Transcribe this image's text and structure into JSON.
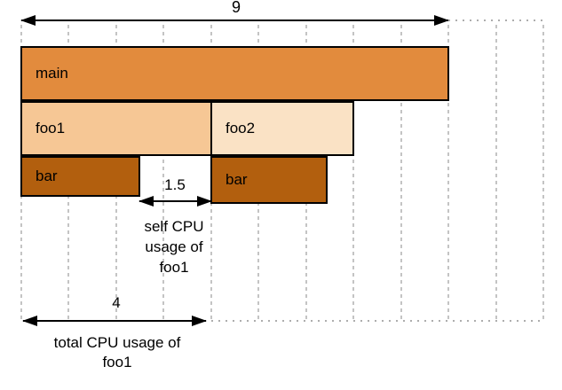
{
  "diagram": {
    "kind": "flame-graph cpu usage explainer",
    "frames": [
      {
        "label": "main",
        "fill": "#E28B3D",
        "row": "depth-0"
      },
      {
        "label": "foo1",
        "fill": "#F6C795",
        "row": "depth-1"
      },
      {
        "label": "foo2",
        "fill": "#FAE2C5",
        "row": "depth-1"
      },
      {
        "label": "bar",
        "fill": "#B25F0E",
        "row": "depth-2"
      },
      {
        "label": "bar",
        "fill": "#B25F0E",
        "row": "depth-2"
      }
    ],
    "measurements": {
      "total_width": {
        "value": "9"
      },
      "self_foo1": {
        "value": "1.5",
        "caption_lines": [
          "self CPU",
          "usage of",
          "foo1"
        ]
      },
      "total_foo1": {
        "value": "4",
        "caption_lines": [
          "total CPU usage of",
          "foo1"
        ]
      }
    },
    "colors": {
      "frame_border": "#000000",
      "grid_dash": "#C4C4C4",
      "dot_line": "#ADADAD",
      "text": "#000000",
      "background": "#FFFFFF"
    }
  }
}
